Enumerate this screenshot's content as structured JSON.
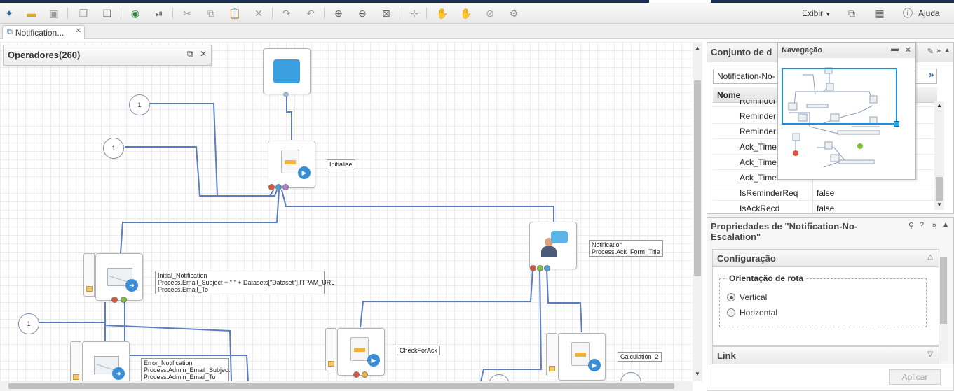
{
  "toolbar": {
    "exibir_label": "Exibir",
    "ajuda_label": "Ajuda"
  },
  "tab": {
    "label": "Notification..."
  },
  "operators_panel": {
    "title": "Operadores(260)"
  },
  "canvas": {
    "labels": {
      "initialise": "Initialise",
      "notification": "Notification\nProcess.Ack_Form_Title",
      "initial_notification": "Initial_Notification\nProcess.Email_Subject + \" \" + Datasets[\"Dataset\"].ITPAM_URL\nProcess.Email_To",
      "error_notification": "Error_Notification\nProcess.Admin_Email_Subject\nProcess.Admin_Email_To",
      "check_for_ack": "CheckForAck",
      "calculation_2": "Calculation_2"
    },
    "circles": [
      "1",
      "1",
      "1"
    ]
  },
  "dataset_panel": {
    "title": "Conjunto de d",
    "selected": "Notification-No-",
    "column_name": "Nome",
    "rows": [
      {
        "name": "Reminder",
        "value": ""
      },
      {
        "name": "Reminder",
        "value": ""
      },
      {
        "name": "Reminder",
        "value": ""
      },
      {
        "name": "Ack_Time",
        "value": ""
      },
      {
        "name": "Ack_Time",
        "value": ""
      },
      {
        "name": "Ack_Time",
        "value": ""
      },
      {
        "name": "IsReminderReq",
        "value": "false"
      },
      {
        "name": "IsAckRecd",
        "value": "false"
      }
    ]
  },
  "navigation_panel": {
    "title": "Navegação"
  },
  "properties_panel": {
    "title": "Propriedades de \"Notification-No-Escalation\"",
    "config_section": "Configuração",
    "route_orientation_legend": "Orientação de rota",
    "option_vertical": "Vertical",
    "option_horizontal": "Horizontal",
    "selected_orientation": "Vertical",
    "link_section": "Link",
    "apply_button": "Aplicar"
  }
}
